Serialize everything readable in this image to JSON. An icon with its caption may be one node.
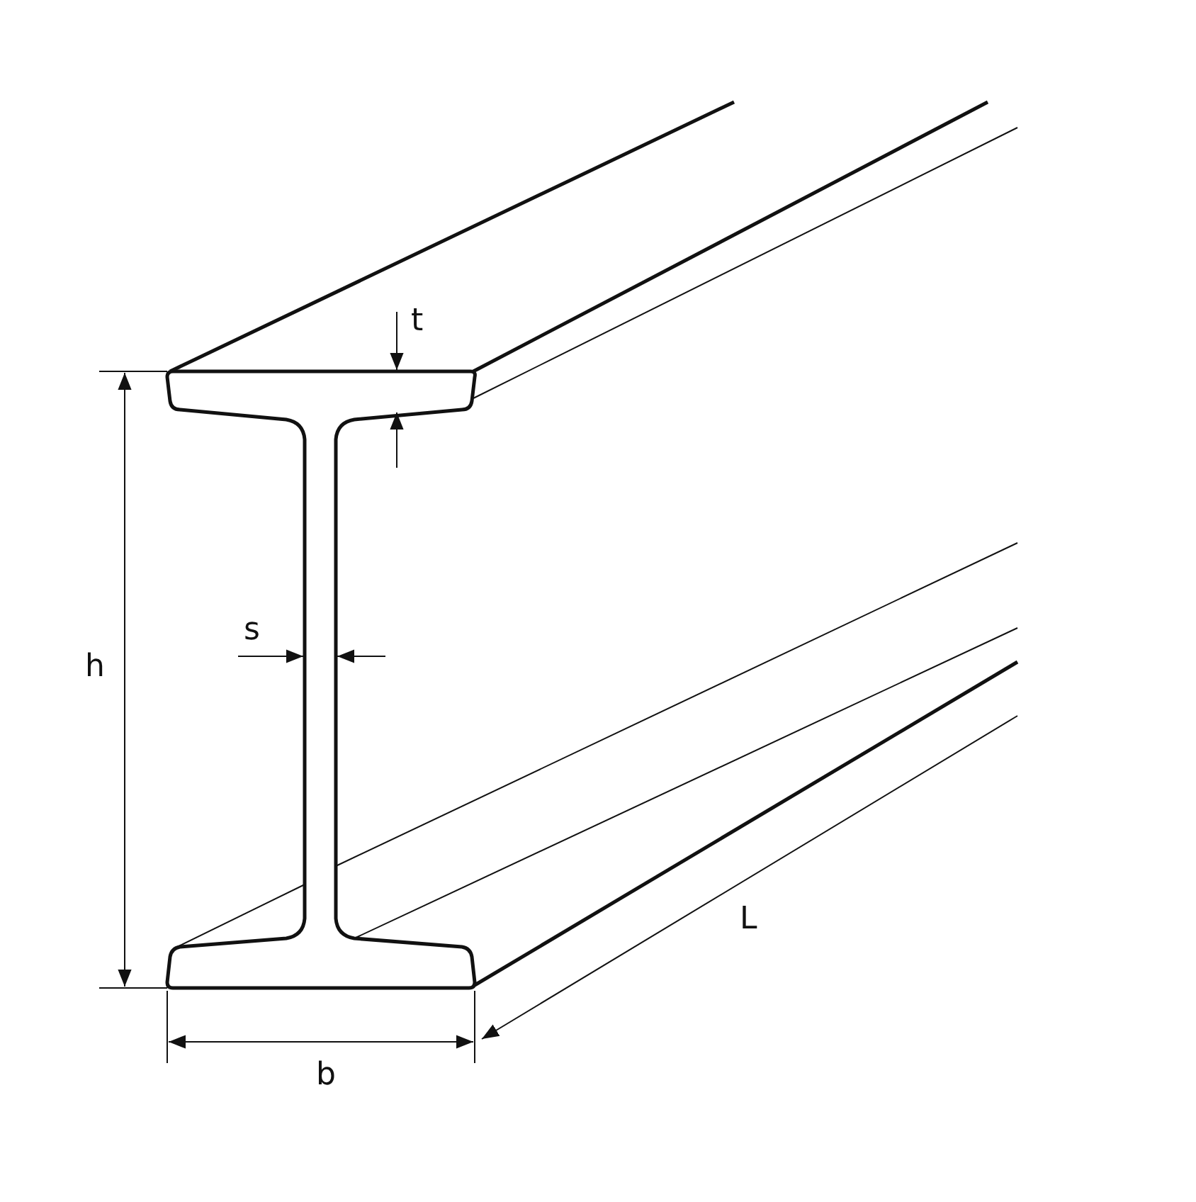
{
  "diagram": {
    "labels": [
      "t",
      "h",
      "s",
      "L",
      "b"
    ]
  }
}
